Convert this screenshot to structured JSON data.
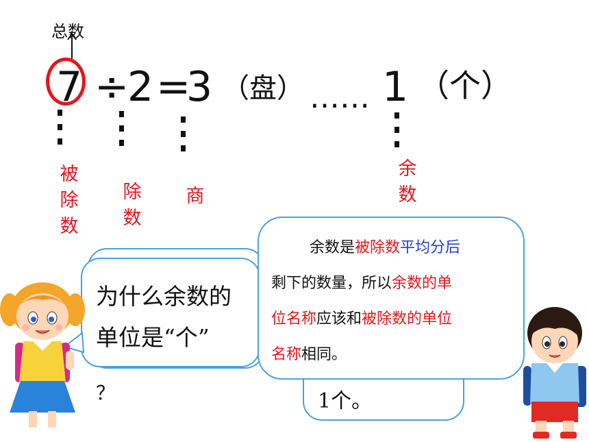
{
  "top": {
    "total_label": "总数"
  },
  "equation": {
    "dividend": "7",
    "op_div": "÷",
    "divisor": "2",
    "op_eq": "=",
    "quotient": "3",
    "unit_quotient": "（盘）",
    "ellipsis": "……",
    "remainder": "1",
    "unit_remainder": "（个）"
  },
  "labels": {
    "dividend": [
      "被",
      "除",
      "数"
    ],
    "divisor": [
      "除",
      "数"
    ],
    "quotient": "商",
    "remainder": [
      "余",
      "数"
    ]
  },
  "question": {
    "line1": "为什么余数的",
    "line2": "单位是“个”",
    "line3": "？"
  },
  "answer_back": {
    "text": "1个。"
  },
  "answer": {
    "l1_a": "余数是",
    "l1_b": "被除数",
    "l1_c": "平均分后",
    "l2_a": "剩下的数量，所以",
    "l2_b": "余数的单",
    "l3_a": "位名称",
    "l3_b": "应该和",
    "l3_c": "被除数的单位",
    "l4_a": "名称",
    "l4_b": "相同。"
  },
  "colors": {
    "accent_red": "#e8141b",
    "accent_blue": "#1f3fd1",
    "bubble_border": "#4aa0e6"
  }
}
